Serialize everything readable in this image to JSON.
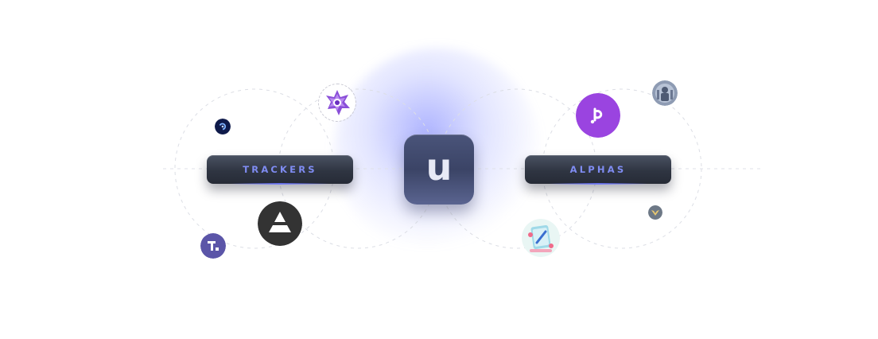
{
  "diagram": {
    "left_label": "TRACKERS",
    "right_label": "ALPHAS",
    "center_logo": "u",
    "accent_color": "#7f8cf2",
    "left_avatars": [
      {
        "name": "dark-swirl-token-icon"
      },
      {
        "name": "purple-star-token-icon"
      },
      {
        "name": "triangle-token-icon"
      },
      {
        "name": "tr-token-icon"
      }
    ],
    "right_avatars": [
      {
        "name": "purple-flower-token-icon"
      },
      {
        "name": "statue-avatar-icon"
      },
      {
        "name": "pencil-sticker-avatar-icon"
      },
      {
        "name": "bird-badge-icon"
      }
    ]
  }
}
